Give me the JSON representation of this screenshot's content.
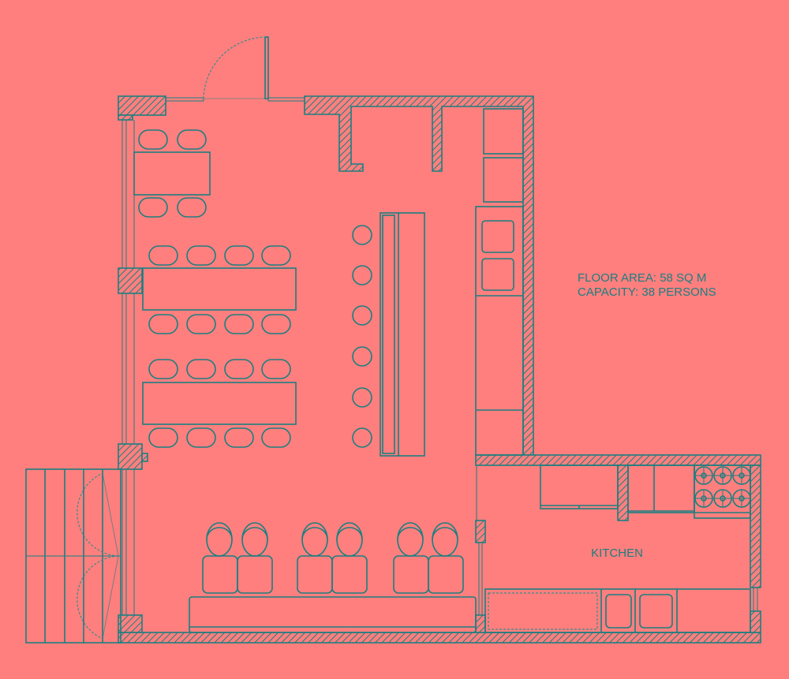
{
  "info": {
    "floor_area": "FLOOR AREA: 58 SQ M",
    "capacity": "CAPACITY: 38 PERSONS"
  },
  "rooms": {
    "kitchen": "KITCHEN"
  },
  "colors": {
    "background": "#fe7f7e",
    "line": "#1b7f80"
  }
}
